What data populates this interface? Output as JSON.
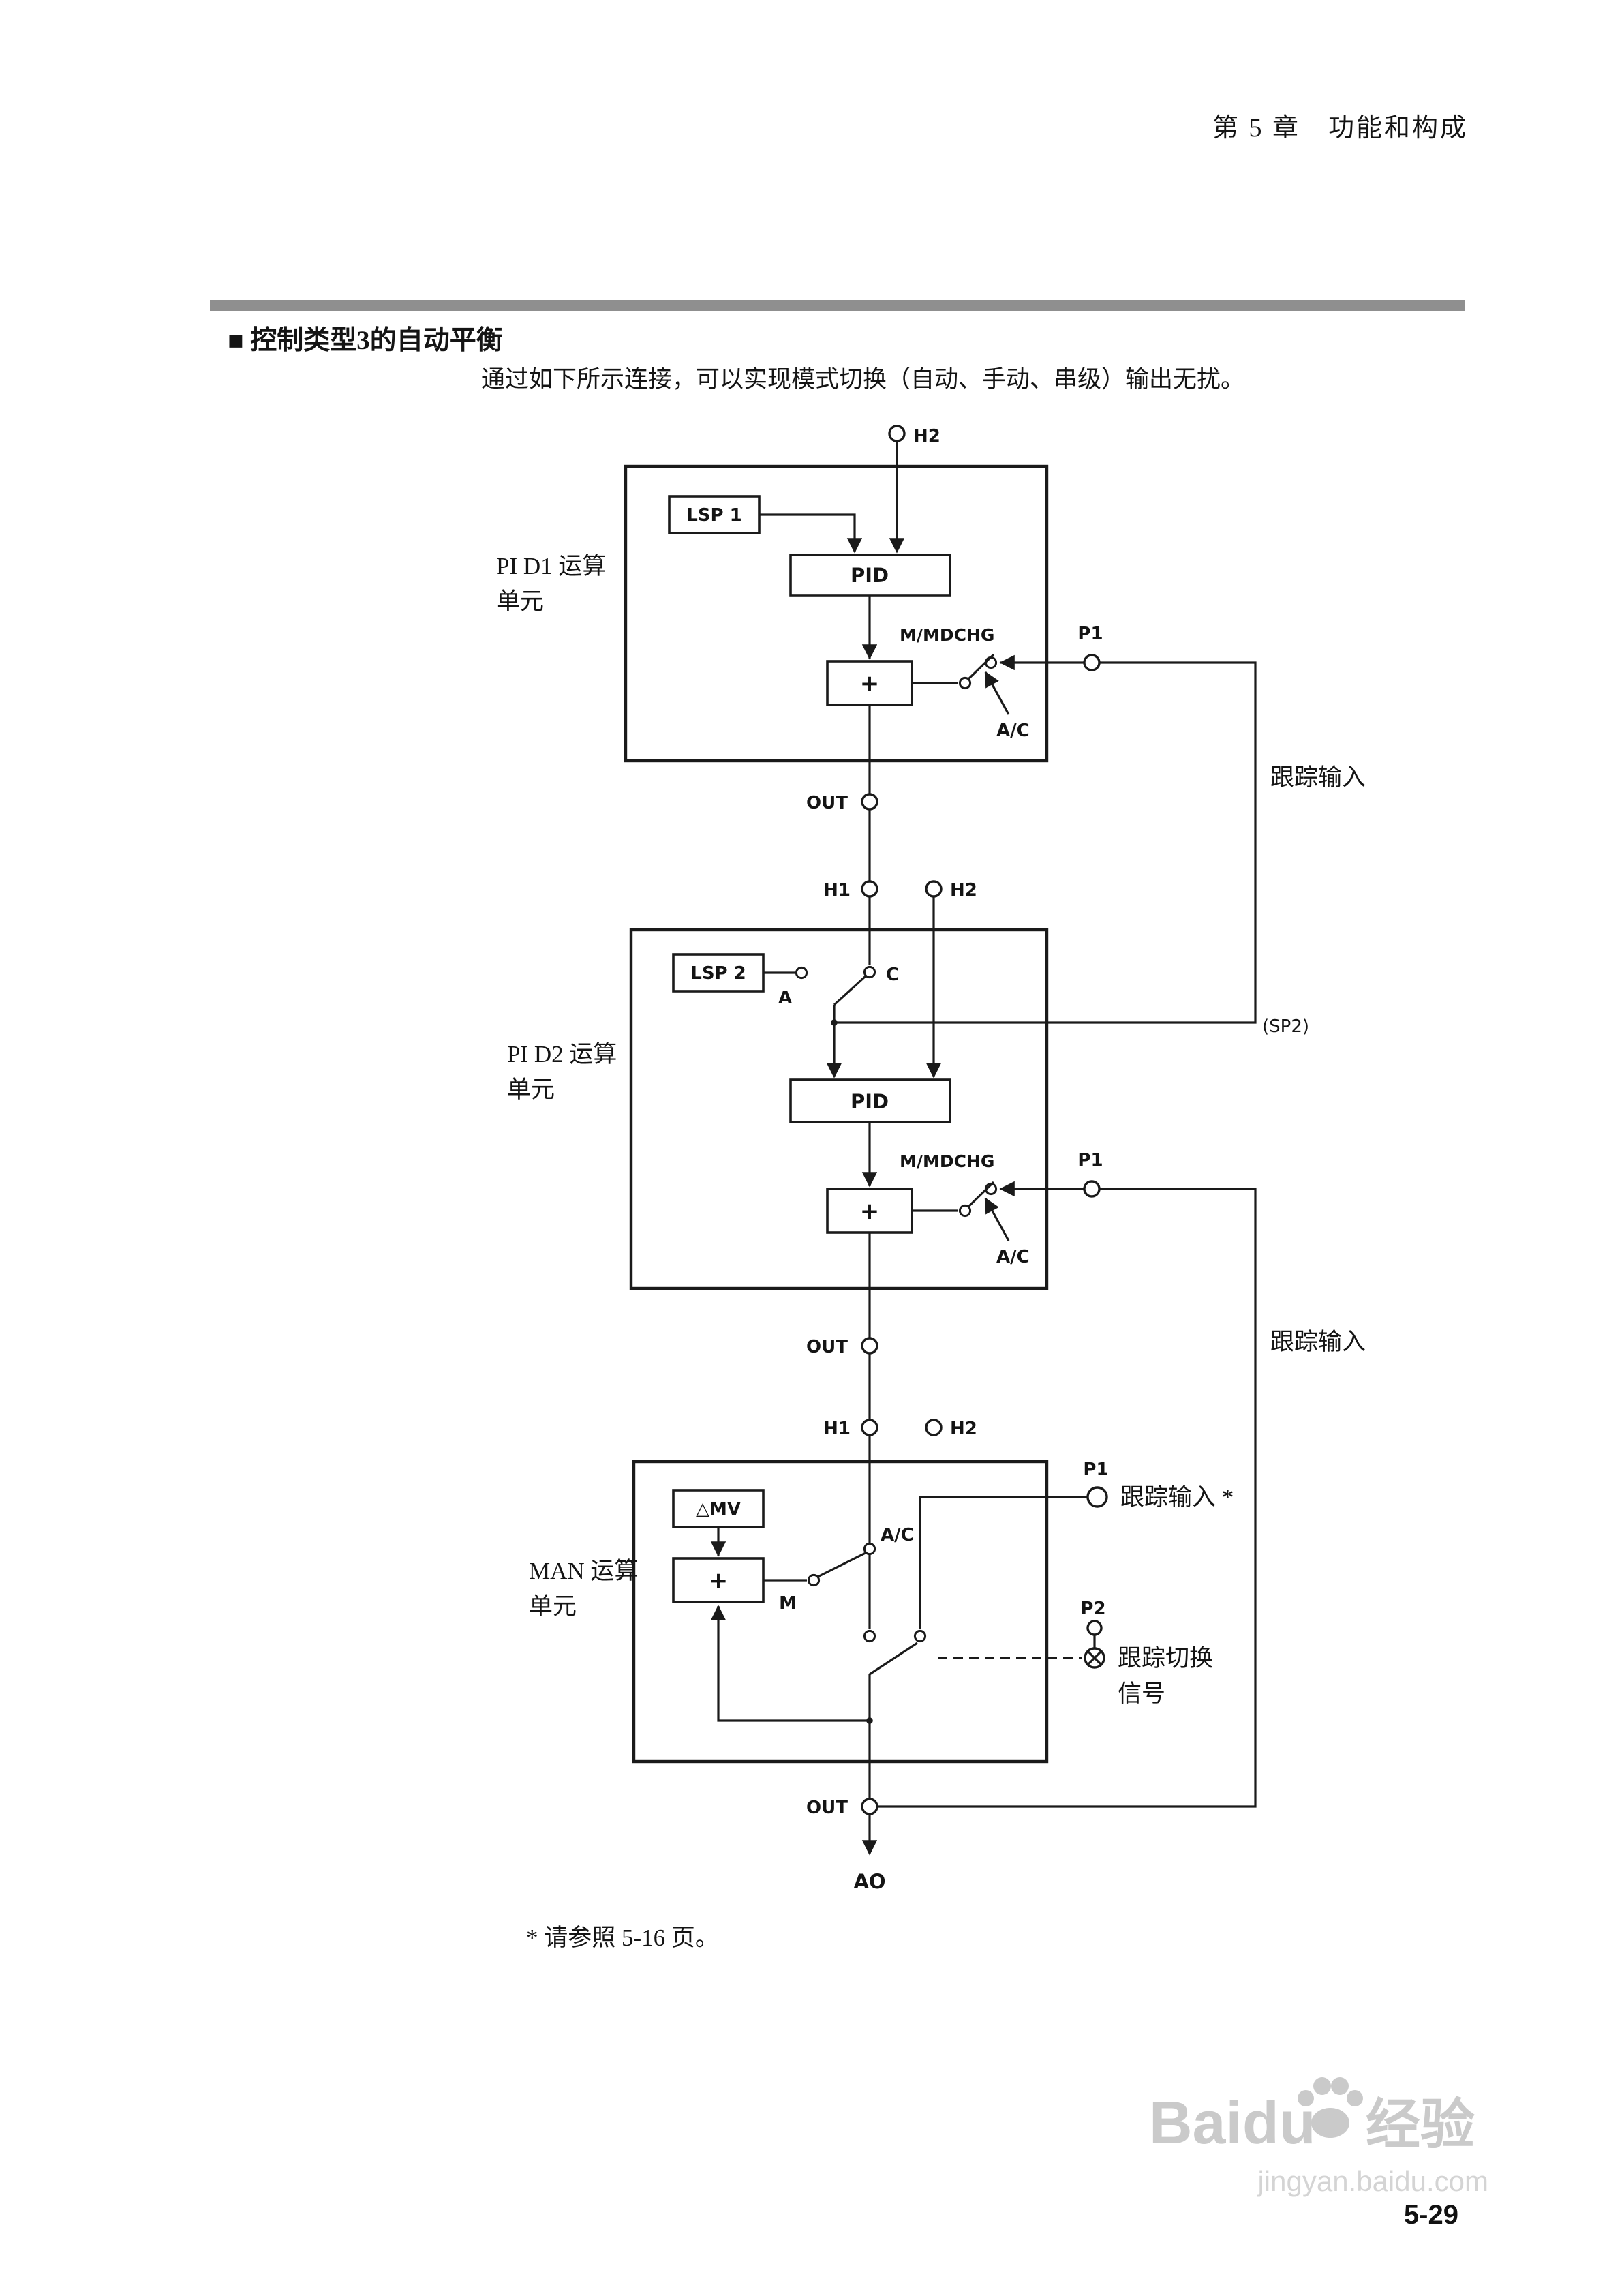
{
  "page": {
    "header": "第 5 章　功能和构成",
    "section_title": "■ 控制类型3的自动平衡",
    "intro": "通过如下所示连接，可以实现模式切换（自动、手动、串级）输出无扰。",
    "footnote": "* 请参照 5-16 页。",
    "page_number": "5-29"
  },
  "diagram": {
    "top_terminal": "H2",
    "track_input_label_1": "跟踪输入",
    "track_input_label_2": "跟踪输入",
    "sp2_label": "(SP2)",
    "mid_terminals": {
      "h1": "H1",
      "h2": "H2"
    },
    "low_terminals": {
      "h1": "H1",
      "h2": "H2"
    },
    "output_terminal": "AO",
    "pid1": {
      "unit_label_1": "PI D1 运算",
      "unit_label_2": "单元",
      "lsp": "LSP 1",
      "pid": "PID",
      "sum": "+",
      "mdchg": "M/MDCHG",
      "p1": "P1",
      "ac": "A/C",
      "out": "OUT"
    },
    "pid2": {
      "unit_label_1": "PI D2 运算",
      "unit_label_2": "单元",
      "lsp": "LSP 2",
      "contact_a": "A",
      "contact_c": "C",
      "pid": "PID",
      "sum": "+",
      "mdchg": "M/MDCHG",
      "p1": "P1",
      "ac": "A/C",
      "out": "OUT"
    },
    "man": {
      "unit_label_1": "MAN 运算",
      "unit_label_2": "单元",
      "dmv": "△MV",
      "sum": "+",
      "m": "M",
      "ac": "A/C",
      "p1": "P1",
      "p1_note": "跟踪输入 *",
      "p2": "P2",
      "p2_note_1": "跟踪切换",
      "p2_note_2": "信号",
      "out": "OUT"
    }
  },
  "watermark": {
    "brand": "Baidu",
    "brand_cn": "经验",
    "url": "jingyan.baidu.com"
  }
}
